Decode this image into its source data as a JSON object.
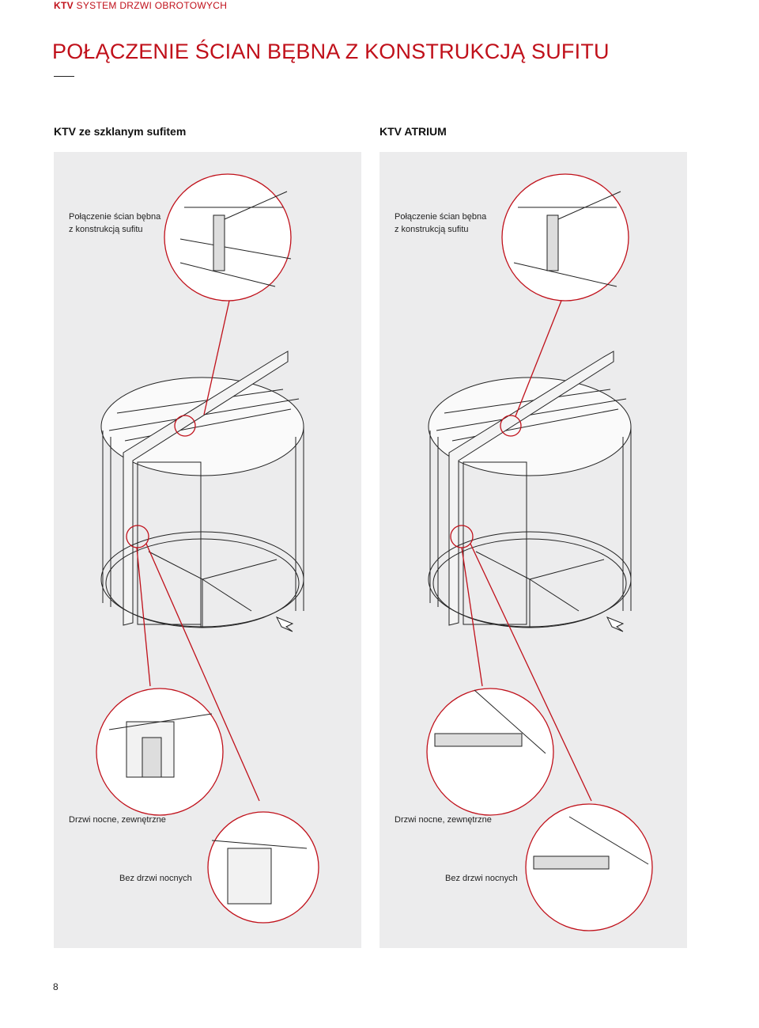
{
  "header": {
    "brand": "KTV",
    "section": "SYSTEM DRZWI OBROTOWYCH"
  },
  "page_title": "POŁĄCZENIE ŚCIAN BĘBNA Z KONSTRUKCJĄ SUFITU",
  "columns": [
    {
      "heading": "KTV ze szklanym sufitem",
      "caption_top_line1": "Połączenie ścian bębna",
      "caption_top_line2": "z konstrukcją sufitu",
      "caption_night": "Drzwi nocne, zewnętrzne",
      "caption_no_night": "Bez drzwi nocnych"
    },
    {
      "heading": "KTV ATRIUM",
      "caption_top_line1": "Połączenie ścian bębna",
      "caption_top_line2": "z konstrukcją sufitu",
      "caption_night": "Drzwi nocne, zewnętrzne",
      "caption_no_night": "Bez drzwi nocnych"
    }
  ],
  "page_number": "8",
  "colors": {
    "accent": "#c0101a",
    "panel_bg": "#ececed",
    "line": "#222222"
  }
}
